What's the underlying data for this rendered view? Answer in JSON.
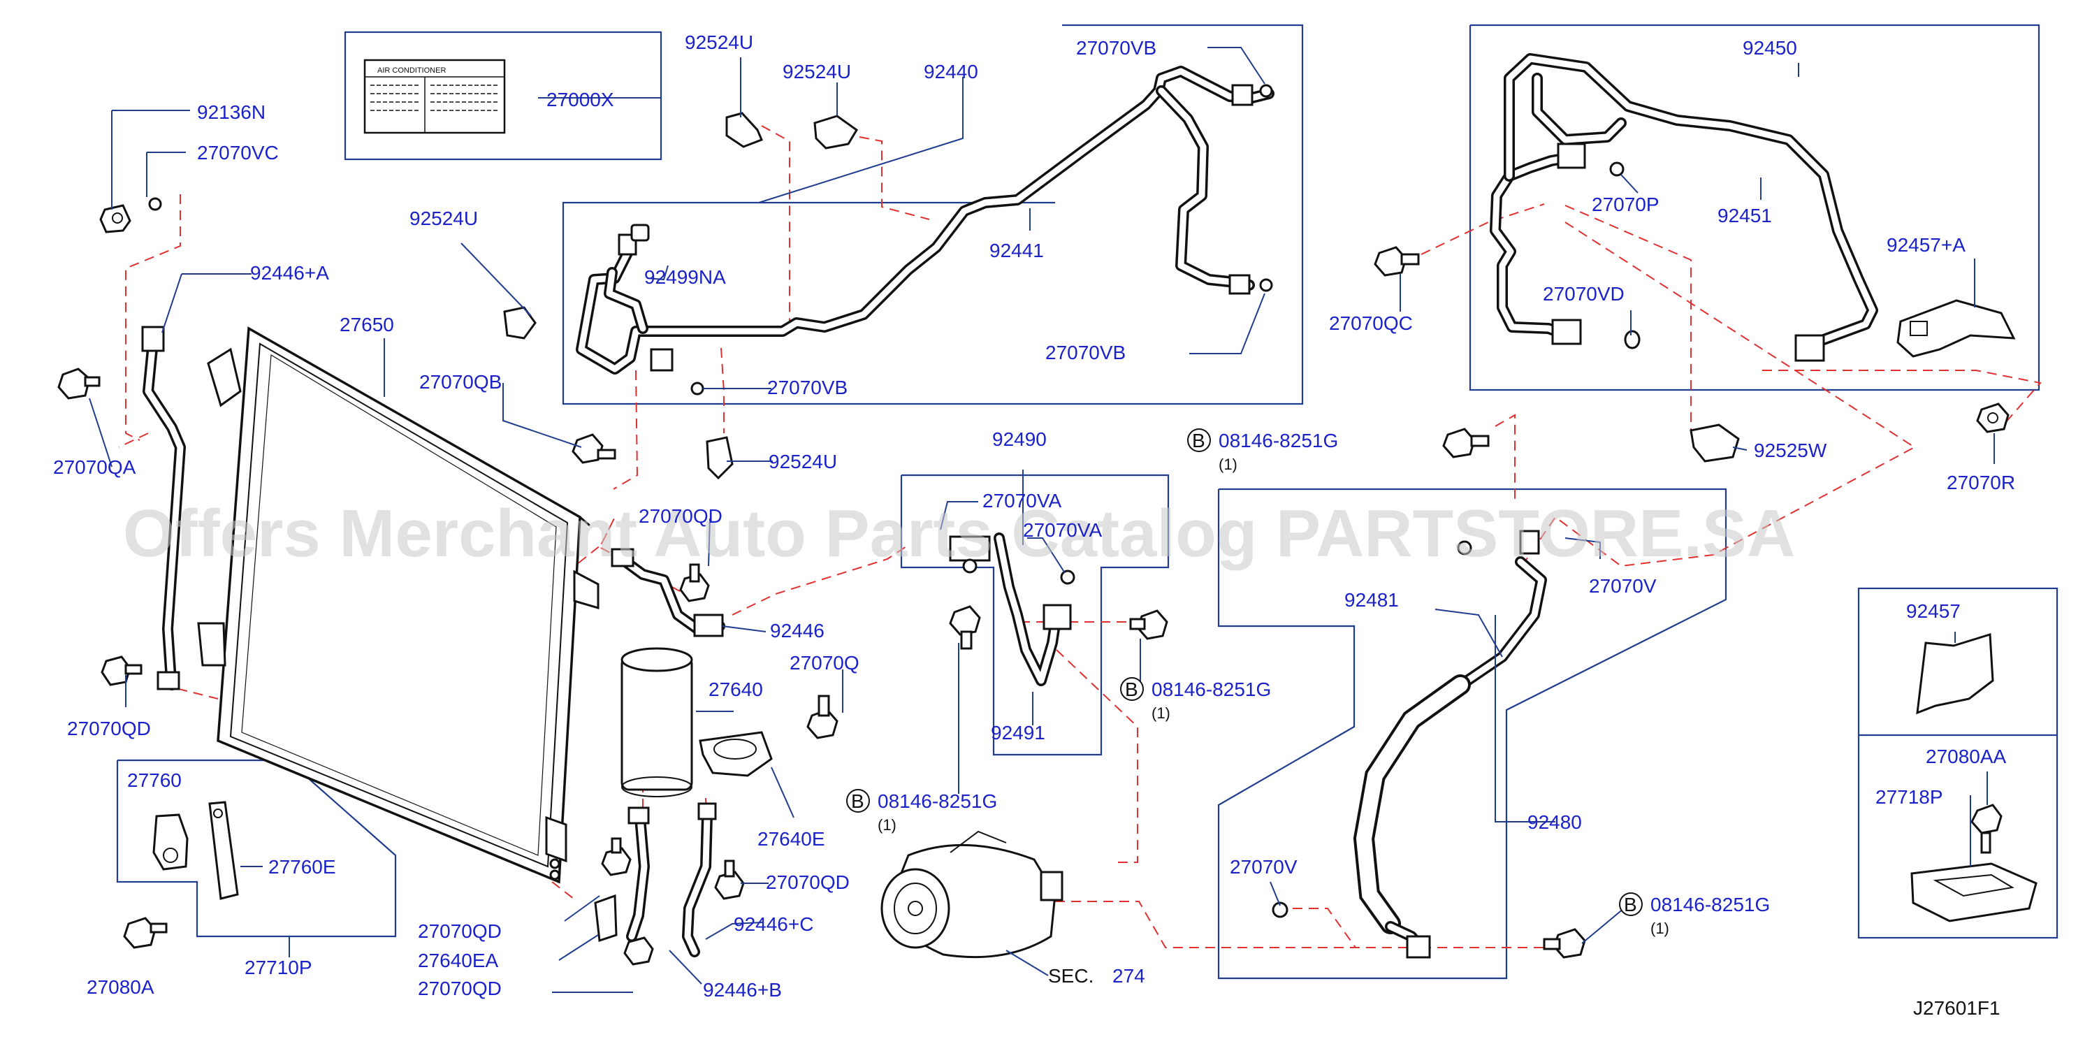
{
  "watermark": "Offers Merchant Auto Parts Catalog PARTSTORE.SA",
  "figure_code": "J27601F1",
  "label_sticker": {
    "header": "AIR    CONDITIONER"
  },
  "parts": {
    "p27000X": "27000X",
    "p92136N": "92136N",
    "p27070VC": "27070VC",
    "p92446A": "92446+A",
    "p27070QA": "27070QA",
    "p27070QD_left": "27070QD",
    "p27650": "27650",
    "p92524U_a": "92524U",
    "p92524U_b": "92524U",
    "p92524U_c": "92524U",
    "p92524U_d": "92524U",
    "p92440": "92440",
    "p27070VB_a": "27070VB",
    "p27070VB_b": "27070VB",
    "p27070VB_c": "27070VB",
    "p92499NA": "92499NA",
    "p92441": "92441",
    "p27070QB": "27070QB",
    "p27070QD_mid": "27070QD",
    "p92446": "92446",
    "p27640": "27640",
    "p27070Q": "27070Q",
    "p27640E": "27640E",
    "p27070QD_b": "27070QD",
    "p92446C": "92446+C",
    "p27070QD_c": "27070QD",
    "p27640EA": "27640EA",
    "p27070QD_d": "27070QD",
    "p92446B": "92446+B",
    "p27760": "27760",
    "p27760E": "27760E",
    "p27080A": "27080A",
    "p27710P": "27710P",
    "p92490": "92490",
    "p27070VA_a": "27070VA",
    "p27070VA_b": "27070VA",
    "p92491": "92491",
    "bolt_a": "08146-8251G",
    "bolt_b": "08146-8251G",
    "bolt_c": "08146-8251G",
    "bolt_d": "08146-8251G",
    "bolt_letter": "B",
    "qty_1": "(1)",
    "sec_prefix": "SEC.",
    "sec_num": "274",
    "p92450": "92450",
    "p92451": "92451",
    "p27070P": "27070P",
    "p27070QC": "27070QC",
    "p27070VD": "27070VD",
    "p92457A": "92457+A",
    "p92525W": "92525W",
    "p27070R": "27070R",
    "p92481": "92481",
    "p27070V_a": "27070V",
    "p27070V_b": "27070V",
    "p92480": "92480",
    "p92457": "92457",
    "p27080AA": "27080AA",
    "p27718P": "27718P"
  },
  "colors": {
    "label": "#1a22c8",
    "leader": "#1f3c8f",
    "dashed_link": "#e03030",
    "line_art": "#111111"
  }
}
